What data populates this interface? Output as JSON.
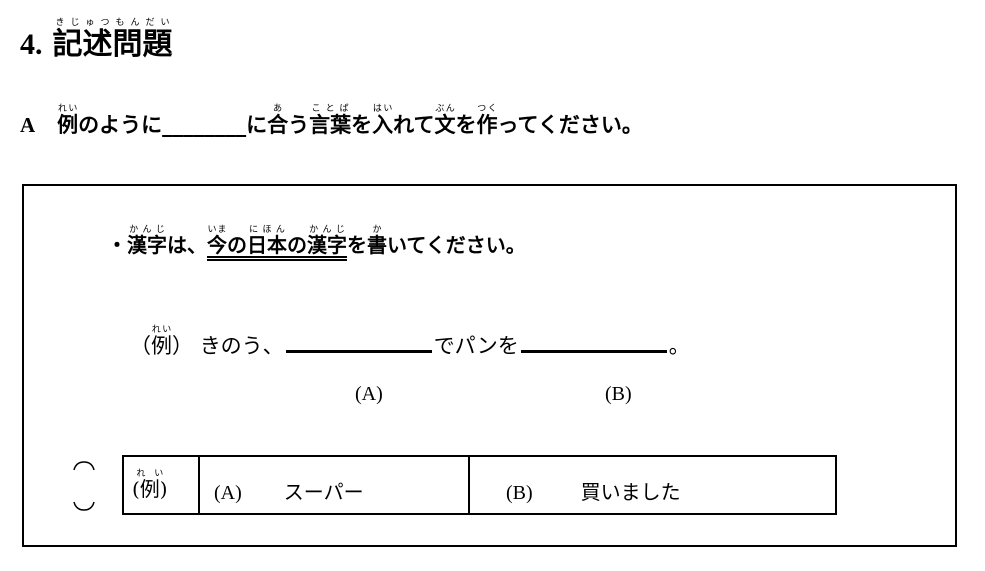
{
  "section": {
    "number": "4.",
    "title_parts": [
      {
        "text": "記述問題",
        "ruby": "きじゅつもんだい"
      }
    ]
  },
  "part_a": {
    "letter": "A",
    "instruction_parts": [
      {
        "text": "例",
        "ruby": "れい"
      },
      {
        "text": "のように________に"
      },
      {
        "text": "合",
        "ruby": "あ"
      },
      {
        "text": "う"
      },
      {
        "text": "言葉",
        "ruby": "ことば"
      },
      {
        "text": "を"
      },
      {
        "text": "入",
        "ruby": "はい"
      },
      {
        "text": "れて"
      },
      {
        "text": "文",
        "ruby": "ぶん"
      },
      {
        "text": "を"
      },
      {
        "text": "作",
        "ruby": "つく"
      },
      {
        "text": "ってください。"
      }
    ]
  },
  "kanji_note_parts": [
    {
      "text": "・"
    },
    {
      "text": "漢字",
      "ruby": "かんじ"
    },
    {
      "text": "は、"
    },
    {
      "text": "今",
      "ruby": "いま",
      "underline": true
    },
    {
      "text": "の",
      "underline": true
    },
    {
      "text": "日本",
      "ruby": "にほん",
      "underline": true
    },
    {
      "text": "の",
      "underline": true
    },
    {
      "text": "漢字",
      "ruby": "かんじ",
      "underline": true
    },
    {
      "text": "を"
    },
    {
      "text": "書",
      "ruby": "か"
    },
    {
      "text": "いてください。"
    }
  ],
  "example": {
    "paren_open": "（",
    "rei": "例",
    "rei_ruby": "れい",
    "paren_close": "）",
    "before": "きのう、",
    "middle": "でパンを",
    "end": "。",
    "label_a": "(A)",
    "label_b": "(B)"
  },
  "answer": {
    "rei_label": "(例)",
    "rei_ruby": "れい",
    "a_label": "(A)",
    "a_value": "スーパー",
    "b_label": "(B)",
    "b_value": "買いました"
  }
}
